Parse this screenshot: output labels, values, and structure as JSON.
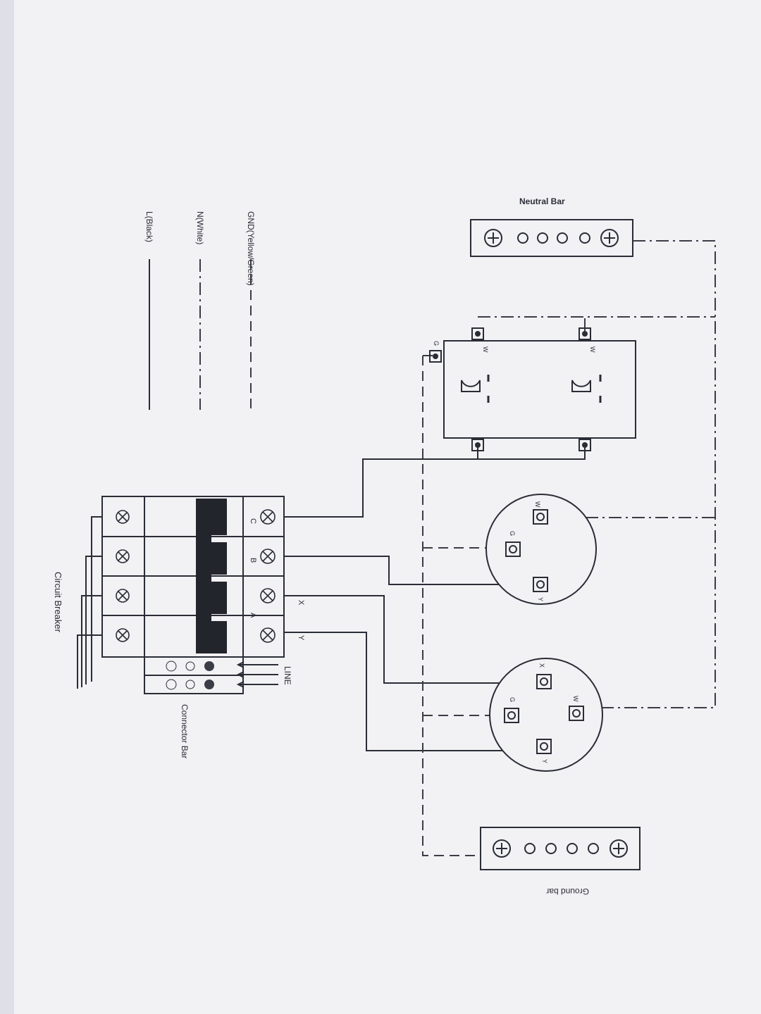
{
  "legend": {
    "line": "L(Black)",
    "neutral": "N(White)",
    "ground": "GND(Yellow/Green)"
  },
  "labels": {
    "circuit_breaker": "Circuit Breaker",
    "connector_bar": "Connector   Bar",
    "line_in": "LINE",
    "neutral_bar": "Neutral    Bar",
    "ground_bar": "Ground bar"
  },
  "breaker_poles": [
    "A",
    "B",
    "C"
  ],
  "wire_marks": [
    "X",
    "Y"
  ],
  "receptacle_1_terminals": [
    "X",
    "Y",
    "G",
    "W"
  ],
  "receptacle_2_terminals": [
    "Y",
    "G",
    "W"
  ],
  "duplex_terminals": [
    "W",
    "W",
    "G"
  ],
  "colors": {
    "paper": "#f2f1f4",
    "ink": "#2a2d36",
    "breaker_toggle": "#23252c"
  }
}
